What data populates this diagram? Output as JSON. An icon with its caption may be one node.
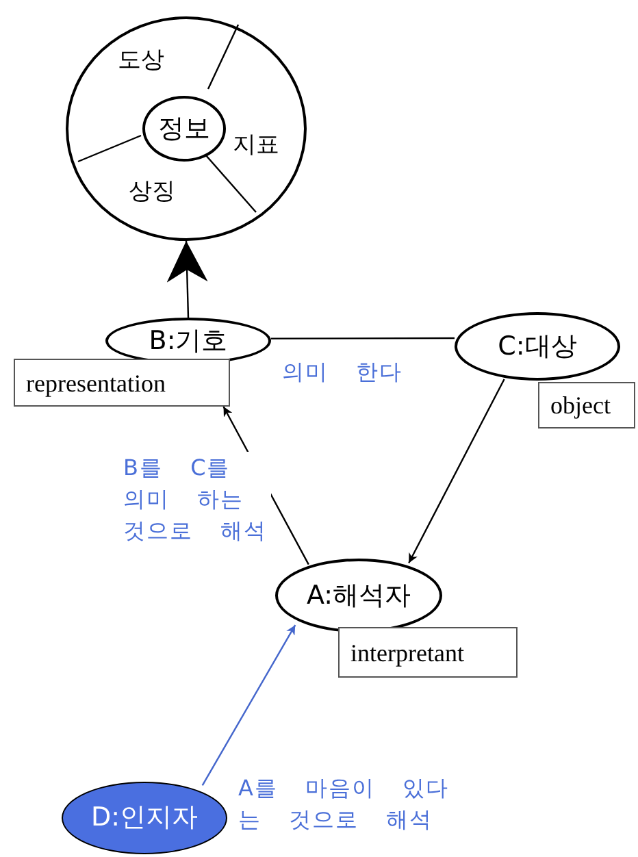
{
  "diagram": {
    "nodes": [
      {
        "text": [
          "도상",
          "지표",
          "상징"
        ]
      },
      {
        "text": [
          "정보"
        ],
        "in": 0
      },
      {
        "text": [
          "B:기호"
        ]
      },
      {
        "text": [
          "representation"
        ]
      },
      {
        "text": [
          "C:대상"
        ]
      },
      {
        "text": [
          "object"
        ]
      },
      {
        "text": [
          "A:해석자"
        ]
      },
      {
        "text": [
          "interpretant"
        ]
      },
      {
        "text": [
          "D:인지자"
        ]
      }
    ],
    "edges": [
      {
        "from": 2,
        "to": 0,
        "arrow": "to"
      },
      {
        "from": 2,
        "to": 4,
        "arrow": "none",
        "label": "의미 한다"
      },
      {
        "from": 4,
        "to": 6,
        "arrow": "to"
      },
      {
        "from": 6,
        "to": 3,
        "arrow": "to",
        "label": "B를 C를 의미 하는 것으로 해석"
      },
      {
        "from": 8,
        "to": 6,
        "arrow": "to",
        "label": "A를 마음이 있다 는 것으로 해석",
        "color": "#4466cc"
      }
    ]
  }
}
